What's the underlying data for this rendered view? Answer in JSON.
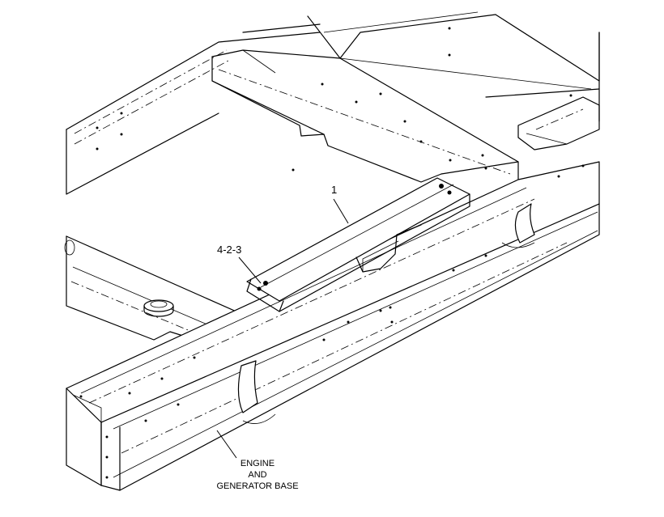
{
  "callouts": {
    "part_1": "1",
    "part_4_2_3": "4-2-3"
  },
  "base_label": {
    "line1": "ENGINE",
    "line2": "AND",
    "line3": "GENERATOR BASE"
  }
}
